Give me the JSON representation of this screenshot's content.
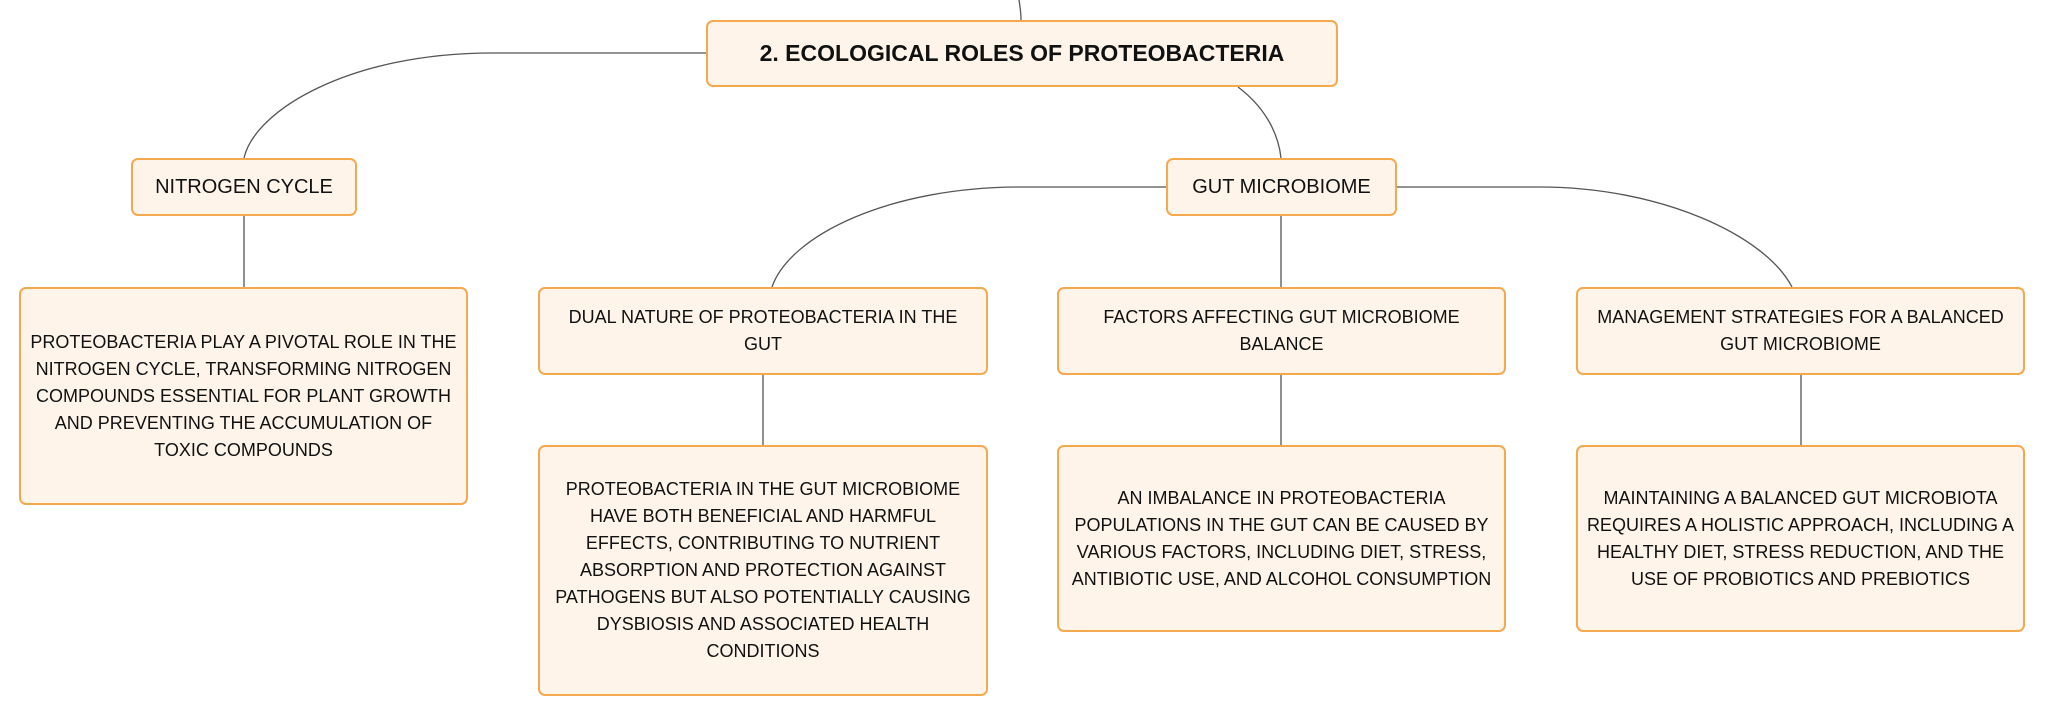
{
  "colors": {
    "node_fill": "#fff4ea",
    "node_border": "#f5a94e",
    "connector": "#555555",
    "text": "#111111"
  },
  "root": {
    "label": "2. ECOLOGICAL ROLES OF PROTEOBACTERIA"
  },
  "nitrogen_cycle": {
    "label": "NITROGEN CYCLE",
    "detail": "PROTEOBACTERIA PLAY A PIVOTAL ROLE IN THE NITROGEN CYCLE, TRANSFORMING NITROGEN COMPOUNDS ESSENTIAL FOR PLANT GROWTH AND PREVENTING THE ACCUMULATION OF TOXIC COMPOUNDS"
  },
  "gut_microbiome": {
    "label": "GUT MICROBIOME",
    "children": [
      {
        "label": "DUAL NATURE OF PROTEOBACTERIA IN THE GUT",
        "detail": "PROTEOBACTERIA IN THE GUT MICROBIOME HAVE BOTH BENEFICIAL AND HARMFUL EFFECTS, CONTRIBUTING TO NUTRIENT ABSORPTION AND PROTECTION AGAINST PATHOGENS BUT ALSO POTENTIALLY CAUSING DYSBIOSIS AND ASSOCIATED HEALTH CONDITIONS"
      },
      {
        "label": "FACTORS AFFECTING GUT MICROBIOME BALANCE",
        "detail": "AN IMBALANCE IN PROTEOBACTERIA POPULATIONS IN THE GUT CAN BE CAUSED BY VARIOUS FACTORS, INCLUDING DIET, STRESS, ANTIBIOTIC USE, AND ALCOHOL CONSUMPTION"
      },
      {
        "label": "MANAGEMENT STRATEGIES FOR A BALANCED GUT MICROBIOME",
        "detail": "MAINTAINING A BALANCED GUT MICROBIOTA REQUIRES A HOLISTIC APPROACH, INCLUDING A HEALTHY DIET, STRESS REDUCTION, AND THE USE OF PROBIOTICS AND PREBIOTICS"
      }
    ]
  }
}
